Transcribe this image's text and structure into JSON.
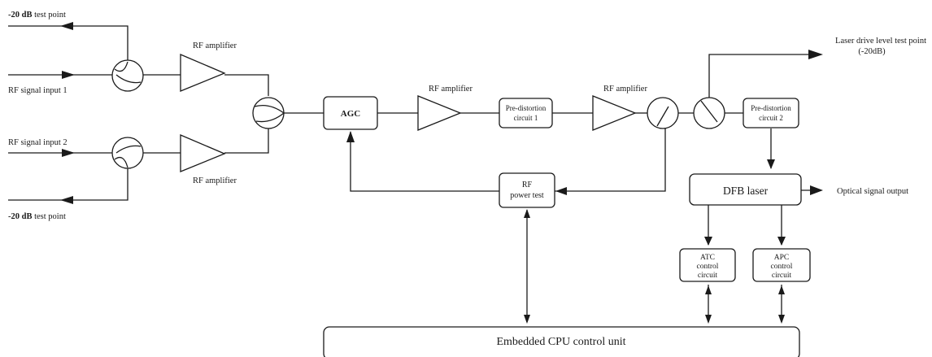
{
  "test_point_top": {
    "level": "-20 dB",
    "suffix": " test point"
  },
  "test_point_bottom": {
    "level": "-20 dB",
    "suffix": " test point"
  },
  "inputs": {
    "input1": "RF signal input 1",
    "input2": "RF  signal input 2"
  },
  "amplifiers": {
    "amp1": "RF  amplifier",
    "amp2": "RF  amplifier",
    "amp3": "RF  amplifier",
    "amp4": "RF  amplifier"
  },
  "blocks": {
    "agc": "AGC",
    "predistortion1": [
      "Pre-distortion",
      "circuit 1"
    ],
    "predistortion2": [
      "Pre-distortion",
      "circuit 2"
    ],
    "rf_power_test": [
      "RF",
      "power test"
    ],
    "dfb_laser": "DFB laser",
    "atc": [
      "ATC",
      "control",
      "circuit"
    ],
    "apc": [
      "APC",
      "control",
      "circuit"
    ],
    "cpu": "Embedded CPU control unit"
  },
  "outputs": {
    "laser_drive": [
      "Laser  drive  level  test point",
      "(-20dB)"
    ],
    "optical": "Optical signal output"
  }
}
